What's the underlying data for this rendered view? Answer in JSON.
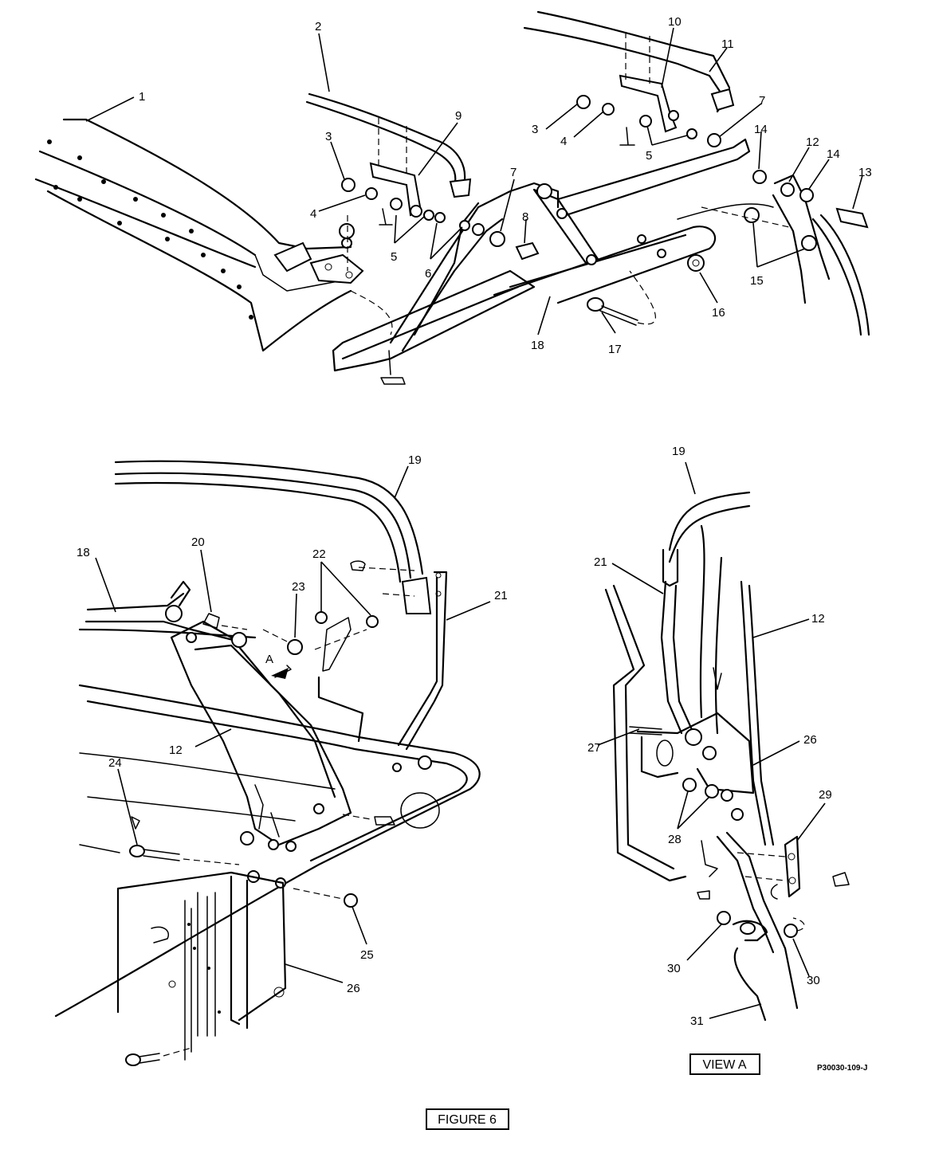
{
  "figure": {
    "caption": "FIGURE 6",
    "view_label": "VIEW A",
    "drawing_code": "P30030-109-J",
    "arrow_label": "A"
  },
  "callouts": {
    "c1": "1",
    "c2": "2",
    "c3a": "3",
    "c3b": "3",
    "c4a": "4",
    "c4b": "4",
    "c5a": "5",
    "c5b": "5",
    "c6": "6",
    "c7a": "7",
    "c7b": "7",
    "c8": "8",
    "c9": "9",
    "c10": "10",
    "c11": "11",
    "c12a": "12",
    "c12b": "12",
    "c12c": "12",
    "c13": "13",
    "c14a": "14",
    "c14b": "14",
    "c15": "15",
    "c16": "16",
    "c17": "17",
    "c18a": "18",
    "c18b": "18",
    "c19a": "19",
    "c19b": "19",
    "c20": "20",
    "c21a": "21",
    "c21b": "21",
    "c22": "22",
    "c23": "23",
    "c24": "24",
    "c25": "25",
    "c26a": "26",
    "c26b": "26",
    "c27": "27",
    "c28": "28",
    "c29": "29",
    "c30a": "30",
    "c30b": "30",
    "c31": "31"
  }
}
